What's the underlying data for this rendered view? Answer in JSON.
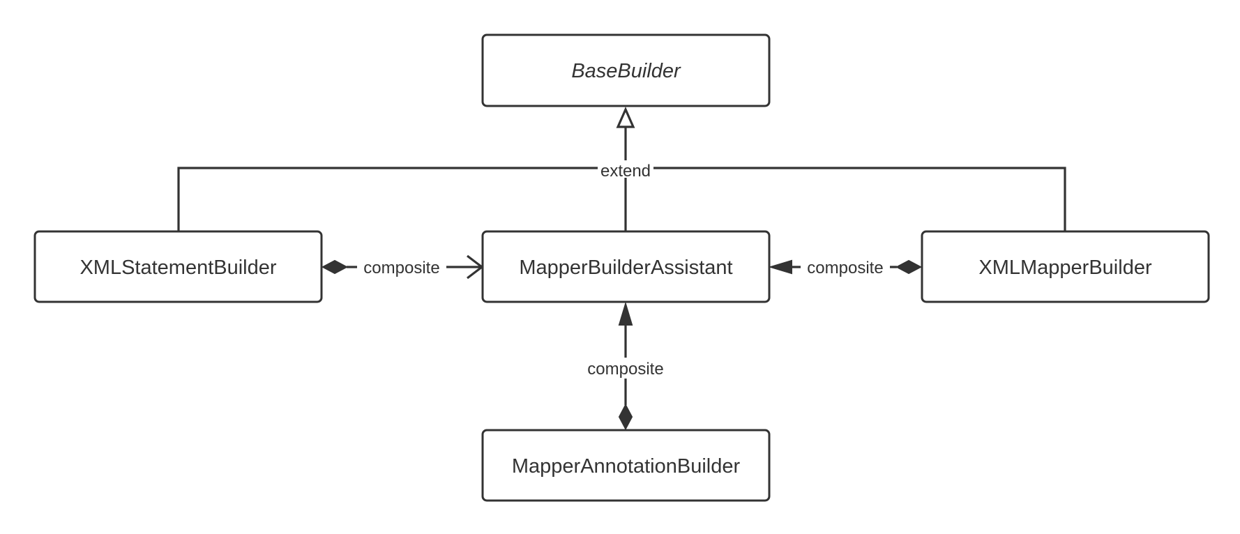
{
  "classes": {
    "base_builder": {
      "name": "BaseBuilder",
      "abstract": true
    },
    "xml_statement_builder": {
      "name": "XMLStatementBuilder"
    },
    "mapper_builder_assistant": {
      "name": "MapperBuilderAssistant"
    },
    "xml_mapper_builder": {
      "name": "XMLMapperBuilder"
    },
    "mapper_annotation_builder": {
      "name": "MapperAnnotationBuilder"
    }
  },
  "relations": {
    "extend": {
      "label": "extend",
      "type": "generalization"
    },
    "statement_to_assistant": {
      "label": "composite",
      "type": "composition"
    },
    "mapper_to_assistant": {
      "label": "composite",
      "type": "composition"
    },
    "annotation_to_assistant": {
      "label": "composite",
      "type": "composition"
    }
  },
  "colors": {
    "stroke": "#333333",
    "background": "#ffffff"
  }
}
